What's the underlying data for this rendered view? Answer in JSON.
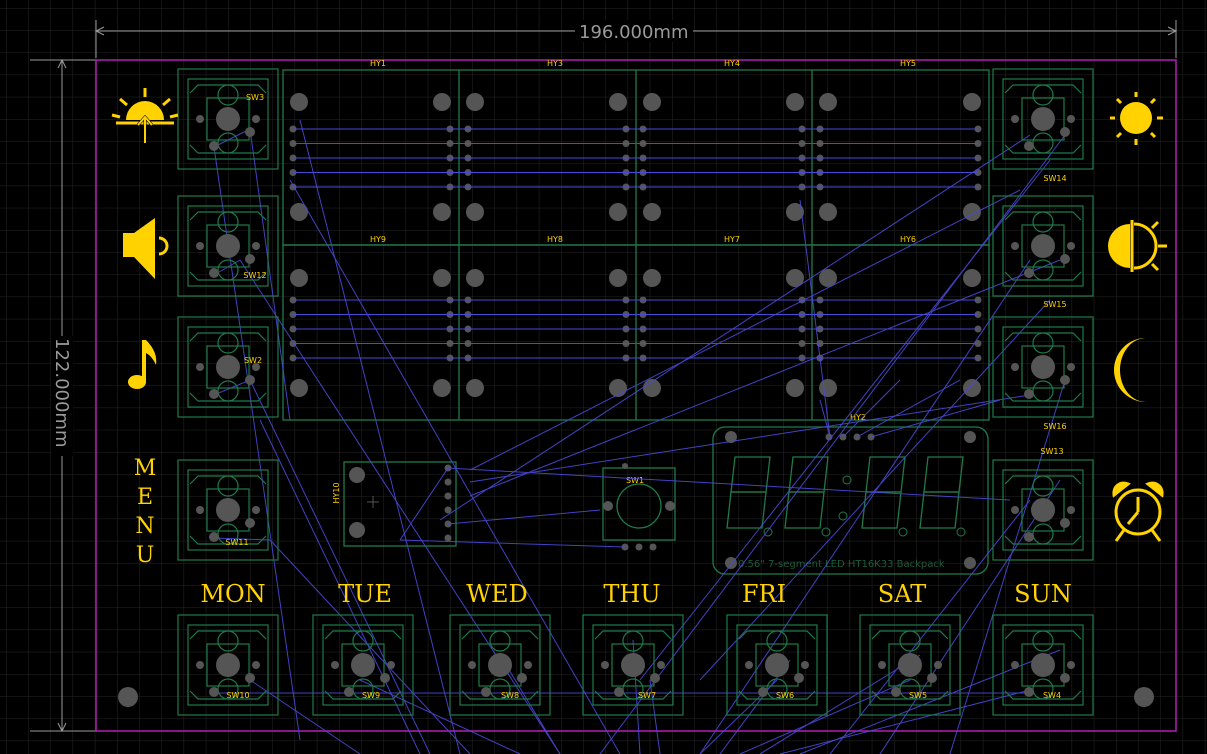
{
  "board": {
    "width_dimension": "196.000mm",
    "height_dimension": "122.000mm"
  },
  "colors": {
    "background": "#000000",
    "grid": "#2a2a2a",
    "outline": "#b31fb3",
    "silkscreen": "#ffd200",
    "footprint": "#1f7a4a",
    "ratsnest": "#4a4ad8",
    "pad": "#555555",
    "dimension": "#9a9a9a"
  },
  "labels": {
    "menu_letters": [
      "M",
      "E",
      "N",
      "U"
    ],
    "days": [
      "MON",
      "TUE",
      "WED",
      "THU",
      "FRI",
      "SAT",
      "SUN"
    ]
  },
  "switches": {
    "left": [
      "SW3",
      "SW12",
      "SW2",
      "SW11"
    ],
    "right": [
      "SW14",
      "SW15",
      "SW16",
      "SW13"
    ],
    "bottom": [
      "SW10",
      "SW9",
      "SW8",
      "SW7",
      "SW6",
      "SW5",
      "SW4"
    ],
    "encoder": "SW1"
  },
  "leds": {
    "top_row": [
      "HY1",
      "HY3",
      "HY4",
      "HY5"
    ],
    "bottom_row": [
      "HY9",
      "HY8",
      "HY7",
      "HY6"
    ],
    "connector": "HY10",
    "display": "HY2"
  },
  "display_note": "0.56\" 7-segment LED HT16K33 Backpack",
  "icons": {
    "left": [
      "sunrise-icon",
      "speaker-icon",
      "music-note-icon"
    ],
    "right": [
      "sun-icon",
      "half-sun-icon",
      "moon-icon",
      "alarm-clock-icon"
    ]
  }
}
